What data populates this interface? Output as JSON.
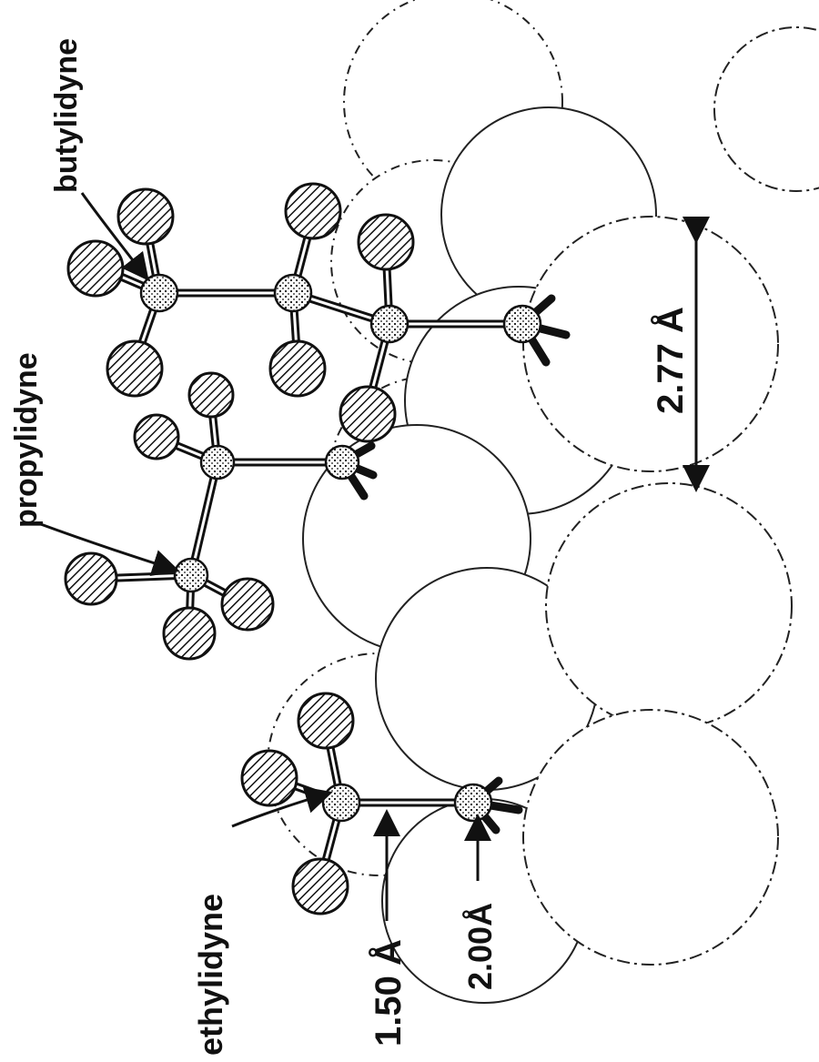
{
  "labels": {
    "butylidyne": "butylidyne",
    "propylidyne": "propylidyne",
    "ethylidyne": "ethylidyne",
    "cc_bond": "1.50 Å",
    "surface_bond": "2.00Å",
    "metal_diameter": "2.77 Å"
  },
  "atoms": {
    "metal_surface": "uncolored circles, dash-dot outlines",
    "carbon": "stippled circles",
    "hydrogen": "hatched circles"
  },
  "colors": {
    "ink": "#111111",
    "background": "#ffffff"
  }
}
